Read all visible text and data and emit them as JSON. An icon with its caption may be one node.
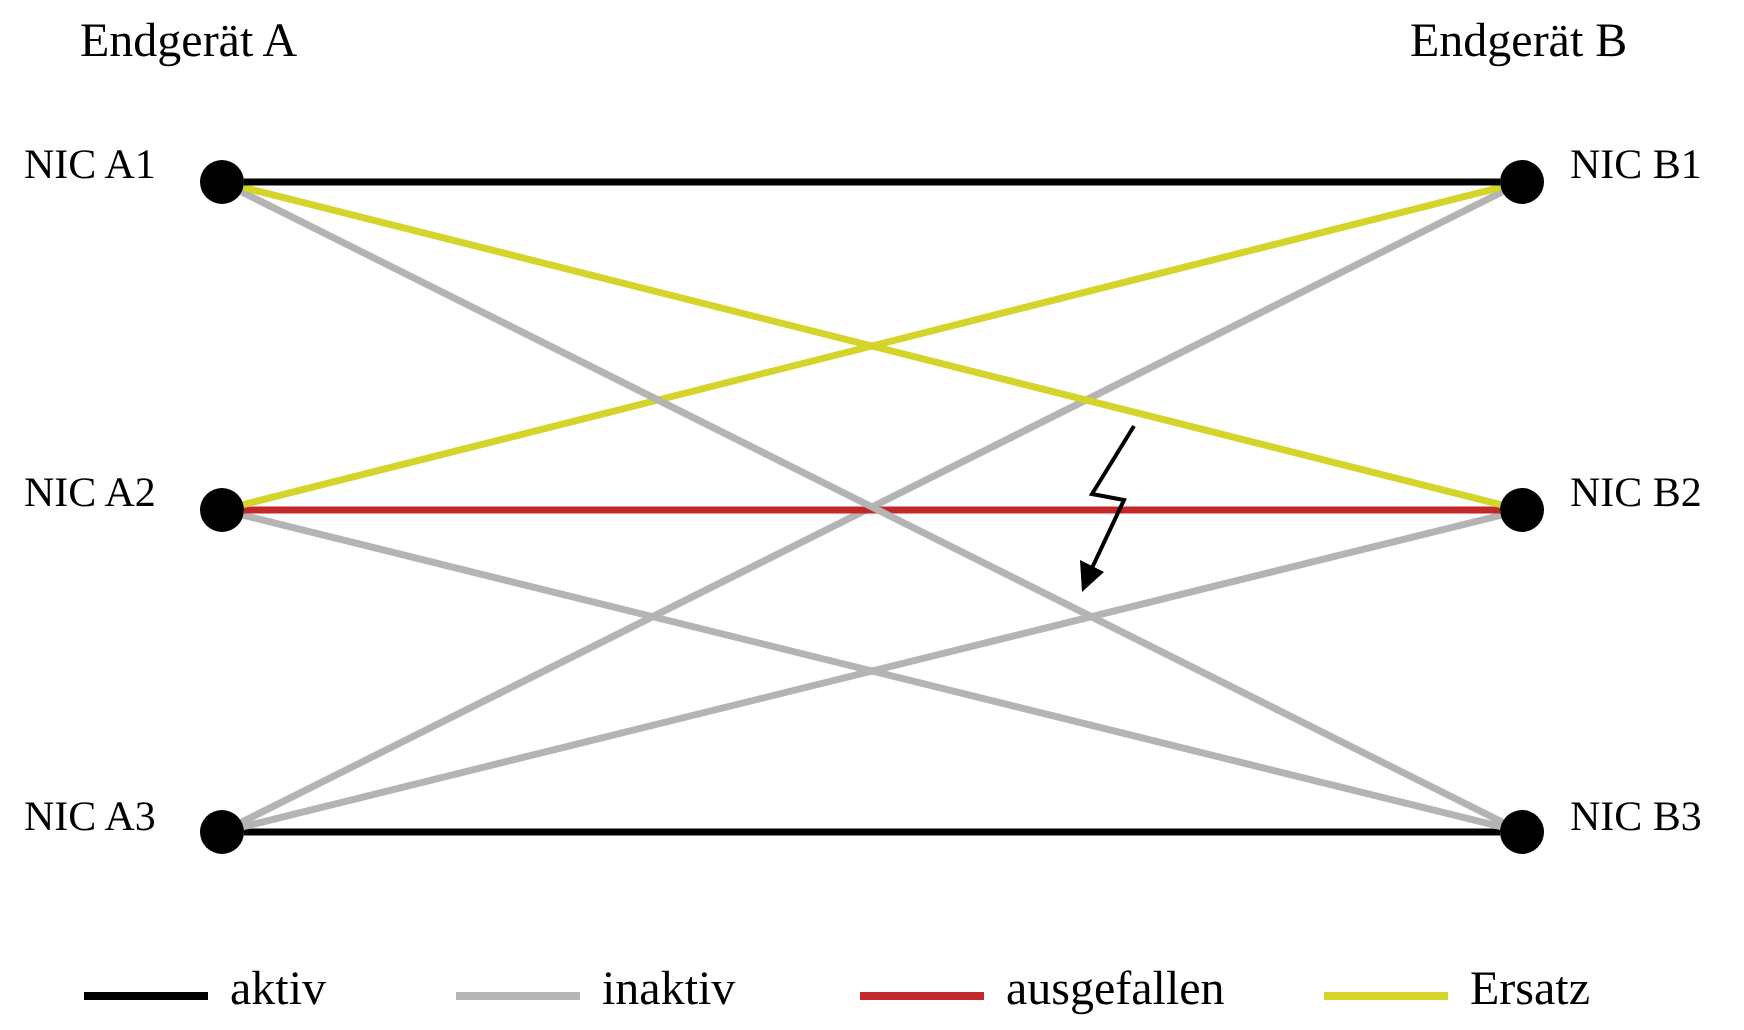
{
  "diagram": {
    "nodes": [
      {
        "text": [],
        "shape": "circle",
        "beside": [
          "NIC A1"
        ]
      },
      {
        "text": [],
        "shape": "circle",
        "beside": [
          "NIC A2"
        ]
      },
      {
        "text": [],
        "shape": "circle",
        "beside": [
          "NIC A3"
        ]
      },
      {
        "text": [],
        "shape": "circle",
        "beside": [
          "NIC B1"
        ]
      },
      {
        "text": [],
        "shape": "circle",
        "beside": [
          "NIC B2"
        ]
      },
      {
        "text": [],
        "shape": "circle",
        "beside": [
          "NIC B3"
        ]
      }
    ],
    "edges": [
      {
        "from": 0,
        "to": 3,
        "arrow": "none",
        "color": "#000000"
      },
      {
        "from": 0,
        "to": 4,
        "arrow": "none",
        "color": "#d4d42a"
      },
      {
        "from": 0,
        "to": 5,
        "arrow": "none"
      },
      {
        "from": 1,
        "to": 3,
        "arrow": "none",
        "color": "#d4d42a"
      },
      {
        "from": 1,
        "to": 4,
        "arrow": "none",
        "color": "#c0282a"
      },
      {
        "from": 1,
        "to": 5,
        "arrow": "none"
      },
      {
        "from": 2,
        "to": 3,
        "arrow": "none"
      },
      {
        "from": 2,
        "to": 4,
        "arrow": "none"
      },
      {
        "from": 2,
        "to": 5,
        "arrow": "none",
        "color": "#000000"
      }
    ],
    "labels": [
      "Endgerät A",
      "Endgerät B"
    ],
    "legend": [
      {
        "text": "aktiv",
        "color": "#000000"
      },
      {
        "text": "inaktiv",
        "color": "#b4b4b4"
      },
      {
        "text": "ausgefallen",
        "color": "#c0282a"
      },
      {
        "text": "Ersatz",
        "color": "#d4d42a"
      }
    ]
  }
}
